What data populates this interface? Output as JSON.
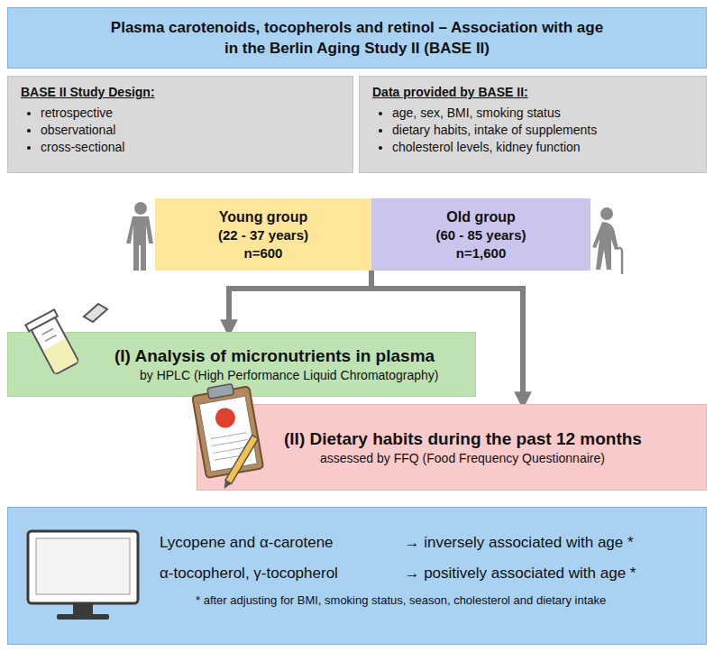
{
  "diagram": {
    "title": "Plasma carotenoids, tocopherols and retinol – Association with age in the Berlin Aging Study II (BASE II)",
    "nodes": [
      {
        "text": [
          "BASE II Study Design:",
          "retrospective",
          "observational",
          "cross-sectional"
        ]
      },
      {
        "text": [
          "Data provided by BASE II:",
          "age, sex, BMI, smoking status",
          "dietary habits, intake of supplements",
          "cholesterol levels, kidney function"
        ]
      },
      {
        "text": [
          "Young group",
          "(22 - 37 years)",
          "n=600"
        ]
      },
      {
        "text": [
          "Old group",
          "(60 - 85 years)",
          "n=1,600"
        ]
      },
      {
        "text": [
          "(I) Analysis of micronutrients in plasma",
          "by HPLC (High Performance Liquid Chromatography)"
        ]
      },
      {
        "text": [
          "(II) Dietary habits during the past 12 months",
          "assessed by FFQ (Food Frequency Questionnaire)"
        ]
      },
      {
        "text": [
          "Lycopene and α-carotene",
          "→ inversely associated with age *",
          "α-tocopherol, γ-tocopherol",
          "→ positively associated with age *",
          "* after adjusting for BMI, smoking status, season, cholesterol and dietary intake"
        ]
      }
    ],
    "edges": [
      {
        "from": 2,
        "to": 4,
        "arrow": "to"
      },
      {
        "from": 2,
        "to": 5,
        "arrow": "to"
      },
      {
        "from": 3,
        "to": 4,
        "arrow": "to"
      },
      {
        "from": 3,
        "to": 5,
        "arrow": "to"
      }
    ]
  }
}
